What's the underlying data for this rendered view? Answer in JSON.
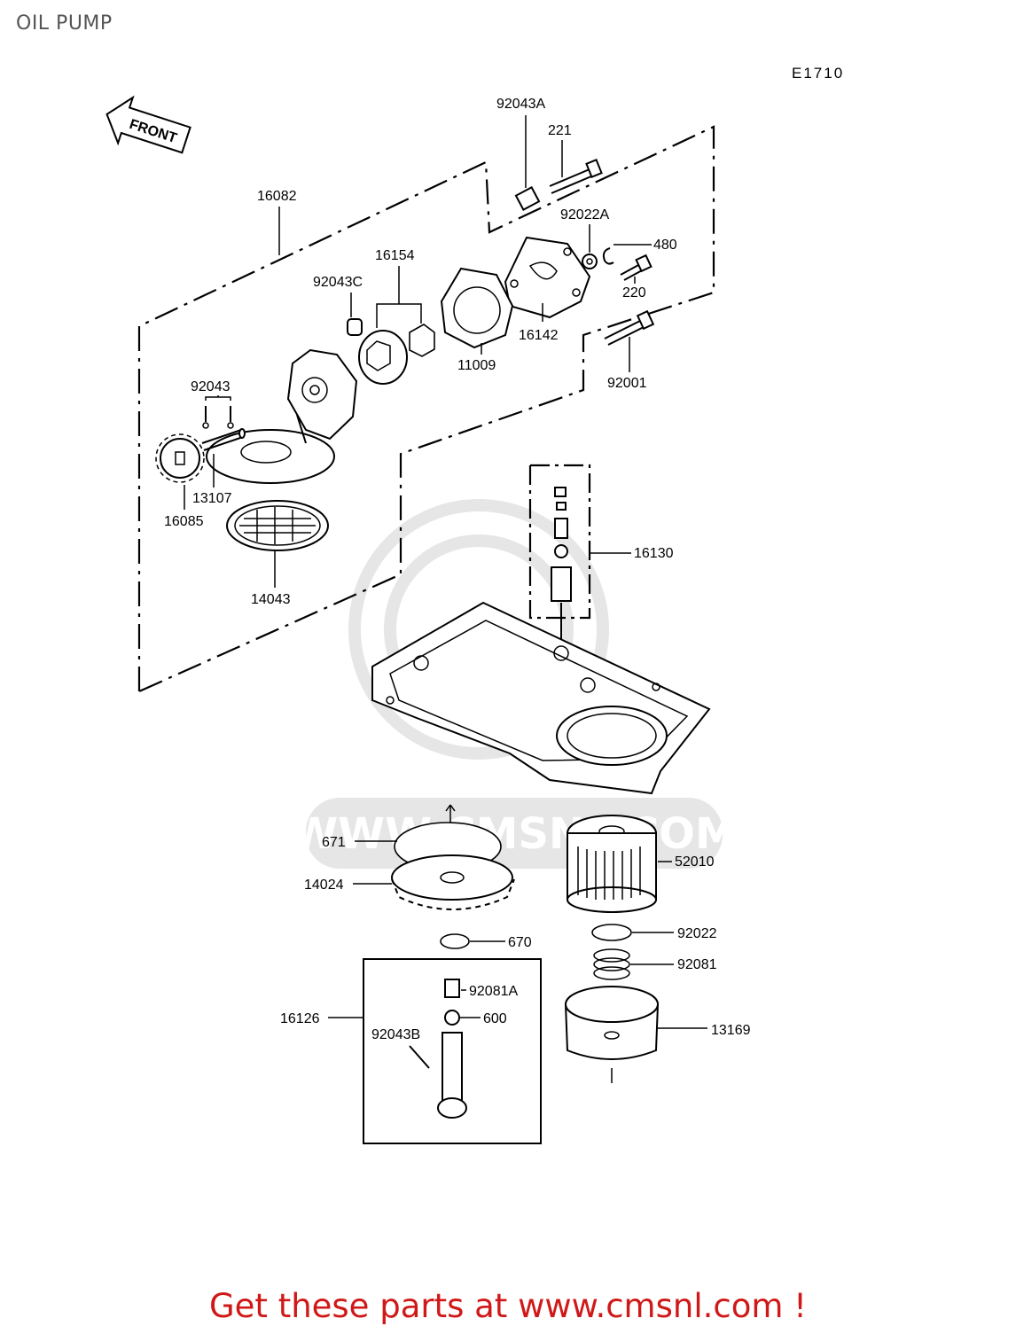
{
  "page_title": "OIL PUMP",
  "diagram_code": "E1710",
  "front_label": "FRONT",
  "footer_link": "Get these parts at www.cmsnl.com !",
  "watermark_text": "WWW.CMSNL.COM",
  "colors": {
    "footer": "#d01818",
    "title": "#555555",
    "watermark": "#e6e6e6"
  },
  "part_labels": {
    "p92043A": "92043A",
    "p221": "221",
    "p16082": "16082",
    "p92022A": "92022A",
    "p480": "480",
    "p16154": "16154",
    "p92043C": "92043C",
    "p220": "220",
    "p16142": "16142",
    "p11009": "11009",
    "p92001": "92001",
    "p92043": "92043",
    "p13107": "13107",
    "p16085": "16085",
    "p14043": "14043",
    "p16130": "16130",
    "p671": "671",
    "p52010": "52010",
    "p14024": "14024",
    "p670": "670",
    "p92022": "92022",
    "p92081": "92081",
    "p16126": "16126",
    "p92081A": "92081A",
    "p600": "600",
    "p92043B": "92043B",
    "p13169": "13169"
  }
}
